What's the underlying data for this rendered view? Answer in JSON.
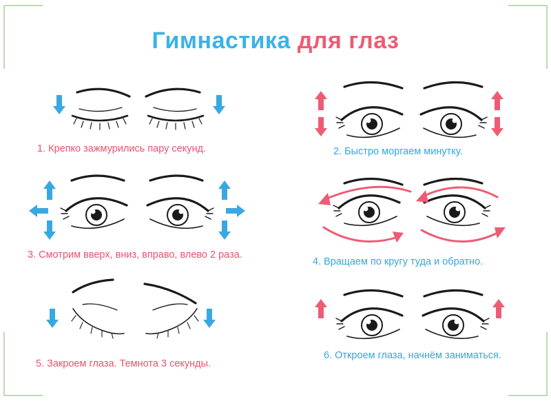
{
  "title": {
    "part1": "Гимнастика",
    "part2": "для глаз"
  },
  "exercises": [
    {
      "caption": "1. Крепко зажмурились пару секунд."
    },
    {
      "caption": "2. Быстро моргаем минутку."
    },
    {
      "caption": "3. Смотрим вверх, вниз, вправо, влево 2 раза."
    },
    {
      "caption": "4. Вращаем по кругу туда и обратно."
    },
    {
      "caption": "5. Закроем глаза. Темнота 3 секунды."
    },
    {
      "caption": "6. Откроем глаза, начнём заниматься."
    }
  ],
  "colors": {
    "blue": "#3ab3e6",
    "pink": "#ee5c74",
    "arrow_blue": "#3aa8e0",
    "arrow_pink": "#ee5c74",
    "ink": "#1a1a1a",
    "corner": "#a8cf8f"
  }
}
